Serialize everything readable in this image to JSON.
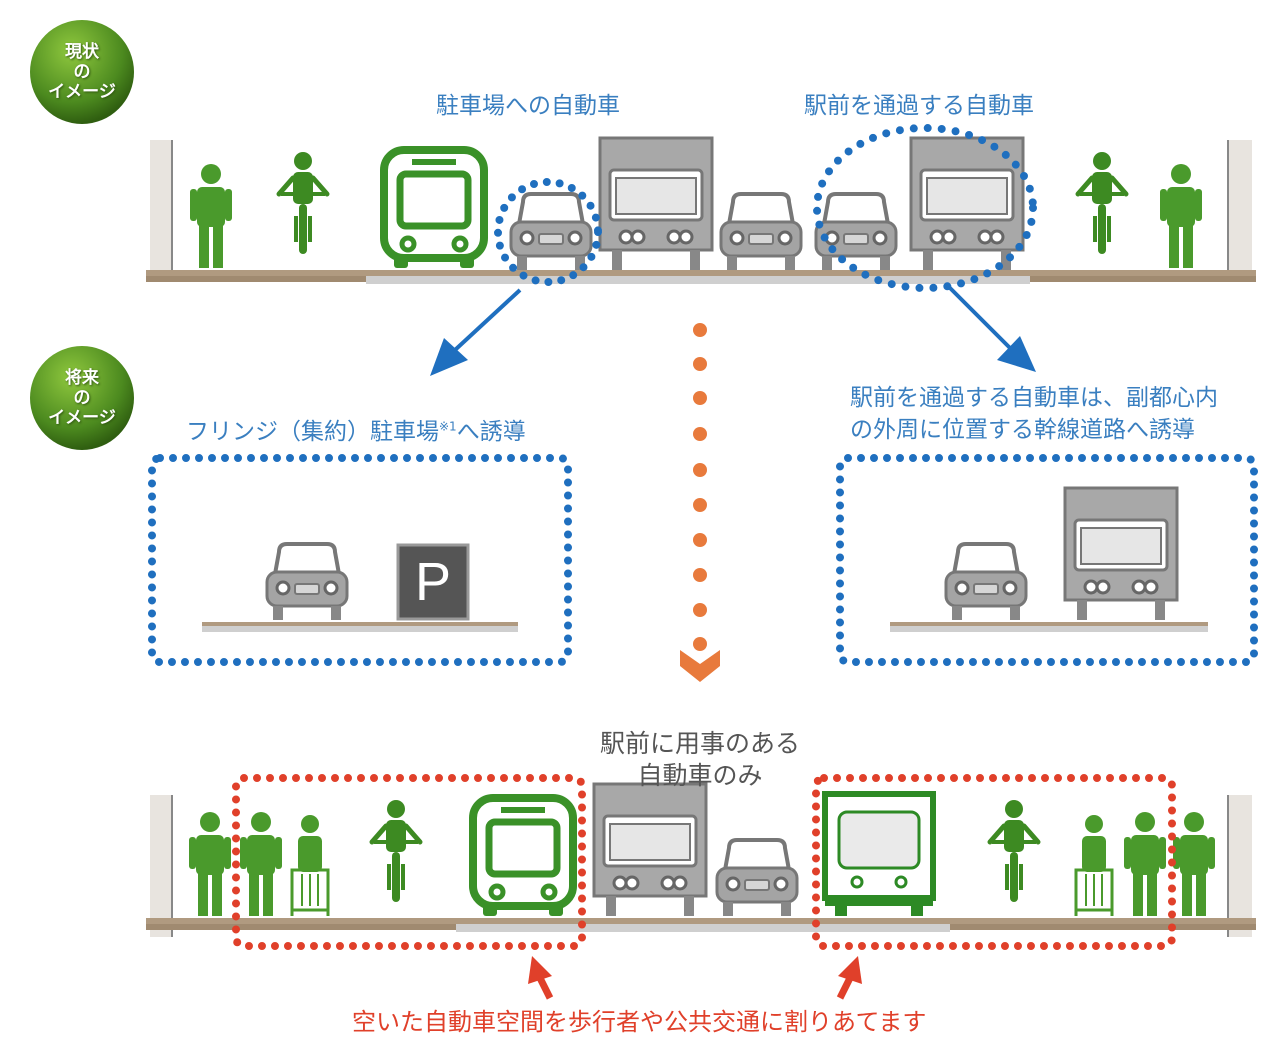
{
  "badges": {
    "current": {
      "line1": "現状",
      "line2": "の",
      "line3": "イメージ"
    },
    "future": {
      "line1": "将来",
      "line2": "の",
      "line3": "イメージ"
    }
  },
  "labels": {
    "parking_cars": "駐車場への自動車",
    "through_cars": "駅前を通過する自動車",
    "fringe_text": "フリンジ（集約）駐車場",
    "fringe_note": "※1",
    "fringe_suffix": "へ誘導",
    "bypass_line1": "駅前を通過する自動車は、副都心内",
    "bypass_line2": "の外周に位置する幹線道路へ誘導",
    "station_line1": "駅前に用事のある",
    "station_line2": "自動車のみ",
    "bottom_caption": "空いた自動車空間を歩行者や公共交通に割りあてます",
    "parking_sign": "P"
  },
  "colors": {
    "green": "#4a9a2c",
    "dark_green": "#2f7a1e",
    "gray_vehicle": "#9a9a9a",
    "blue_accent": "#1f6fbf",
    "red_accent": "#e0402a",
    "road": "#b09a80"
  }
}
